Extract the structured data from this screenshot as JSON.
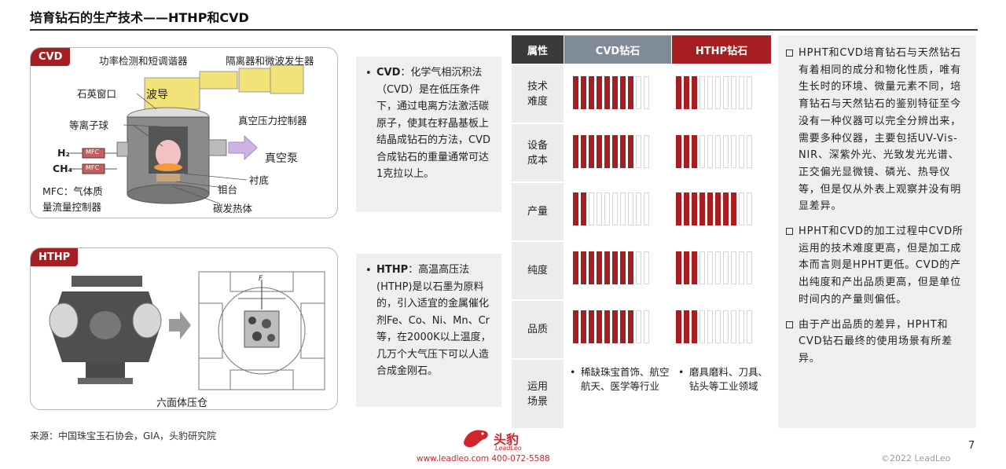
{
  "header": {
    "title": "培育钻石的生产技术——HTHP和CVD"
  },
  "cvd_panel": {
    "tag": "CVD",
    "labels": {
      "power": "功率检测和短调谐器",
      "isolator": "隔离器和微波发生器",
      "quartz": "石英窗口",
      "waveguide": "波导",
      "pressure": "真空压力控制器",
      "plasma": "等离子球",
      "vacuum_pump": "真空泵",
      "h2": "H₂",
      "ch4": "CH₄",
      "mfc": "MFC",
      "substrate": "衬底",
      "mo_stage": "钼台",
      "mfc_note_1": "MFC：气体质",
      "mfc_note_2": "量流量控制器",
      "heater": "碳发热体"
    }
  },
  "hthp_panel": {
    "tag": "HTHP",
    "caption": "六面体压仓",
    "force_label": "F"
  },
  "cvd_text": {
    "bullet": "•",
    "term": "CVD",
    "body": "：化学气相沉积法（CVD）是在低压条件下，通过电离方法激活碳原子，使其在籽晶基板上结晶成钻石的方法，CVD合成钻石的重量通常可达1克拉以上。"
  },
  "hthp_text": {
    "bullet": "•",
    "term": "HTHP",
    "body": "：高温高压法(HTHP)是以石墨为原料的，引入适宜的金属催化剂Fe、Co、Ni、Mn、Cr等，在2000K以上温度，几万个大气压下可以人造合成金刚石。"
  },
  "table": {
    "headers": [
      "属性",
      "CVD钻石",
      "HTHP钻石"
    ],
    "header_colors": [
      "#3a3a3a",
      "#7f8c97",
      "#a71e22"
    ],
    "bar_color": "#a71e22",
    "rows": [
      {
        "label": "技术\n难度",
        "cvd": 0.8,
        "hthp": 0.3
      },
      {
        "label": "设备\n成本",
        "cvd": 0.8,
        "hthp": 0.3
      },
      {
        "label": "产量",
        "cvd": 0.2,
        "hthp": 0.8
      },
      {
        "label": "纯度",
        "cvd": 0.8,
        "hthp": 0.3
      },
      {
        "label": "品质",
        "cvd": 0.8,
        "hthp": 0.3
      }
    ],
    "use_row": {
      "label": "运用\n场景",
      "cvd": "稀缺珠宝首饰、航空航天、医学等行业",
      "hthp": "磨具磨料、刀具、钻头等工业领域",
      "bullet": "•"
    }
  },
  "notes": [
    "HPHT和CVD培育钻石与天然钻石有着相同的成分和物化性质，唯有生长时的环境、微量元素不同，培育钻石与天然钻石的鉴别特征至今没有一种仪器可以完全分辨出来，需要多种仪器，主要包括UV-Vis-NIR、深紫外光、光致发光光谱、正交偏光显微镜、磷光、热导仪等，但是仅从外表上观察并没有明显差异。",
    "HPHT和CVD的加工过程中CVD所运用的技术难度更高，但是加工成本而言则是HPHT更低。CVD的产出纯度和产出品质更高，但是单位时间内的产量则偏低。",
    "由于产出品质的差异，HPHT和CVD钻石最终的使用场景有所差异。"
  ],
  "footer": {
    "source": "来源：中国珠宝玉石协会，GIA，头豹研究院",
    "logo": "头豹",
    "logo_sub": "LeadLeo",
    "contact": "www.leadleo.com   400-072-5588",
    "page": "7",
    "copyright": "©2022 LeadLeo"
  }
}
